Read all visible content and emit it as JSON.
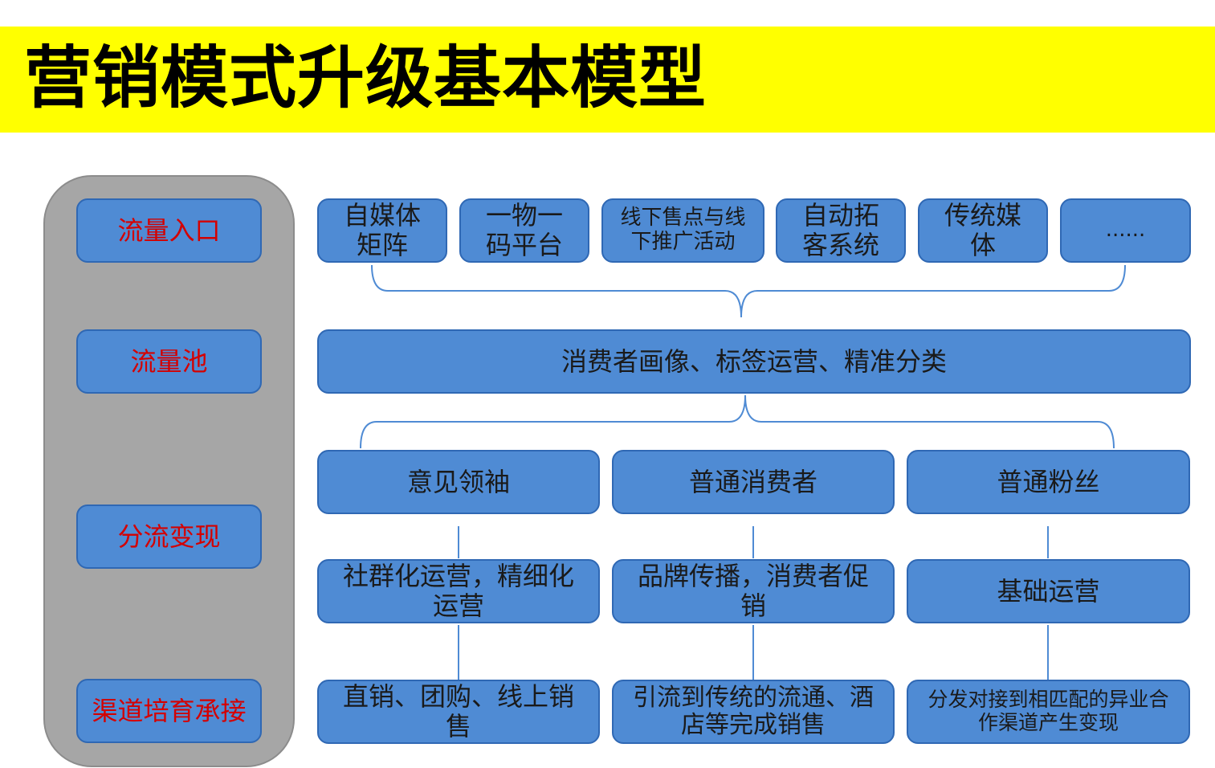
{
  "title": "营销模式升级基本模型",
  "colors": {
    "title_bg": "#ffff00",
    "panel": "#a6a6a6",
    "box_fill": "#4f8bd4",
    "box_border": "#2f68b4",
    "side_text": "#d40000",
    "connector": "#4f8bd4"
  },
  "sidebar": [
    "流量入口",
    "流量池",
    "分流变现",
    "渠道培育承接"
  ],
  "entries": [
    "自媒体矩阵",
    "一物一码平台",
    "线下售点与线下推广活动",
    "自动拓客系统",
    "传统媒体",
    "......"
  ],
  "pool": "消费者画像、标签运营、精准分类",
  "segments": [
    "意见领袖",
    "普通消费者",
    "普通粉丝"
  ],
  "operations": [
    "社群化运营，精细化运营",
    "品牌传播，消费者促销",
    "基础运营"
  ],
  "channels": [
    "直销、团购、线上销售",
    "引流到传统的流通、酒店等完成销售",
    "分发对接到相匹配的异业合作渠道产生变现"
  ]
}
